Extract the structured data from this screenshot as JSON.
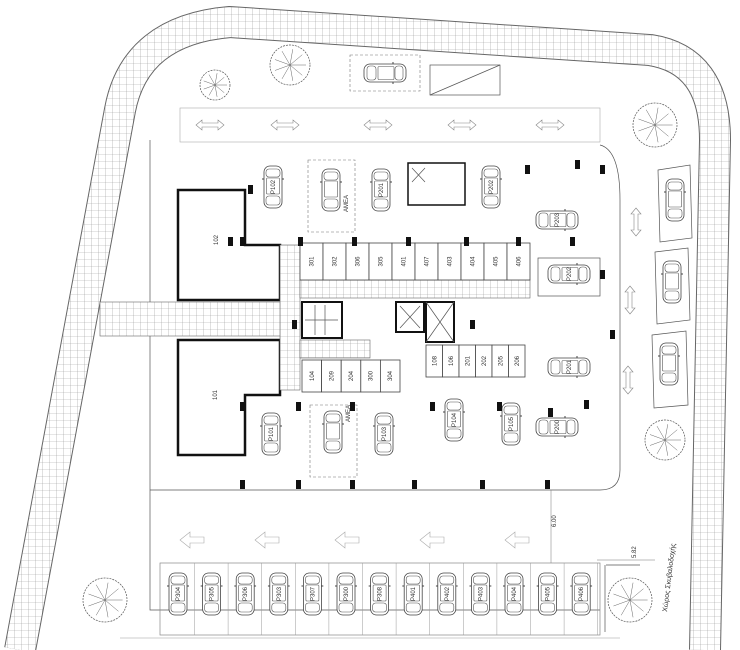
{
  "plan": {
    "units": [
      {
        "label": "102"
      },
      {
        "label": "101"
      }
    ],
    "amea_label": "AMEA",
    "top_row": [
      "P102",
      "P201",
      "P202"
    ],
    "middle_row": [
      "P101",
      "P103",
      "P104",
      "P105"
    ],
    "right_row": [
      "P203",
      "P202",
      "P201",
      "P200"
    ],
    "bottom_row": [
      "P304",
      "P305",
      "P306",
      "P303",
      "P307",
      "P300",
      "P308",
      "P401",
      "P402",
      "P403",
      "P404",
      "P405",
      "P406"
    ],
    "storage_top": [
      "301",
      "302",
      "306",
      "305",
      "401",
      "407",
      "403",
      "404",
      "405",
      "406"
    ],
    "storage_bottom": [
      "104",
      "209",
      "204",
      "300",
      "304"
    ],
    "storage_right": [
      "108",
      "106",
      "201",
      "202",
      "205",
      "206"
    ],
    "dimension_1": "6.00",
    "dimension_2": "5.82",
    "waste_area_label": "Χώρος Σκυβαλοδοχής"
  }
}
